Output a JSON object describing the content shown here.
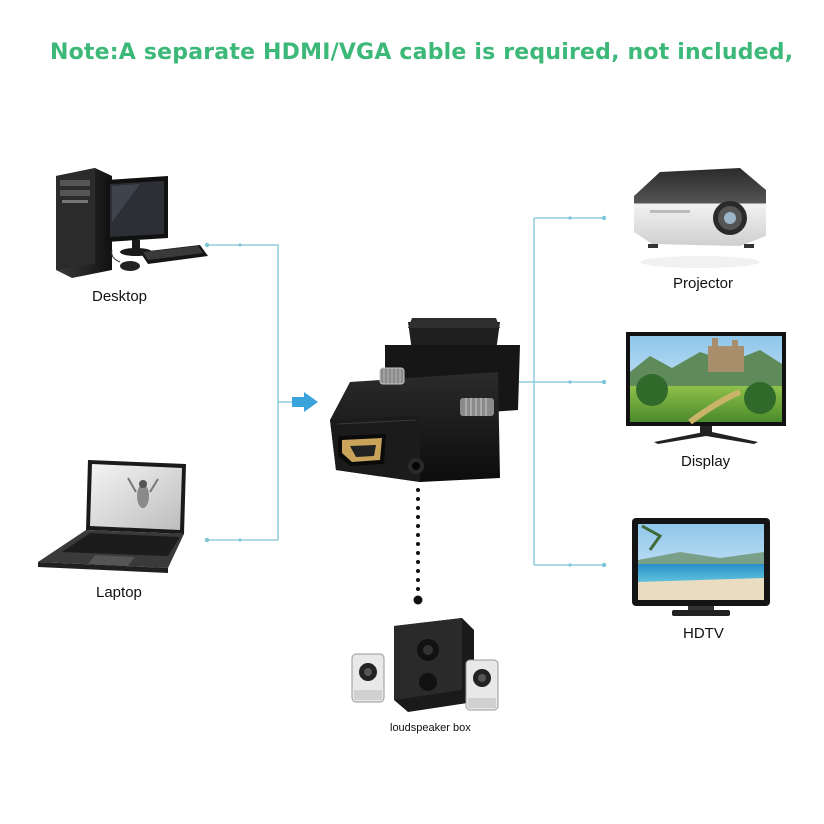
{
  "note": "Note:A separate HDMI/VGA cable is required, not included,",
  "colors": {
    "note_green": "#3cb878",
    "line_blue": "#7ec4d8",
    "arrow_blue": "#3aa3dc"
  },
  "sources": [
    {
      "label": "Desktop",
      "icon": "desktop-computer-icon"
    },
    {
      "label": "Laptop",
      "icon": "laptop-icon"
    }
  ],
  "outputs": [
    {
      "label": "Projector",
      "icon": "projector-icon"
    },
    {
      "label": "Display",
      "icon": "monitor-icon"
    },
    {
      "label": "HDTV",
      "icon": "hdtv-icon"
    }
  ],
  "audio": {
    "label": "loudspeaker box",
    "icon": "speaker-system-icon"
  },
  "center_device": {
    "icon": "hdmi-vga-adapter-icon"
  }
}
